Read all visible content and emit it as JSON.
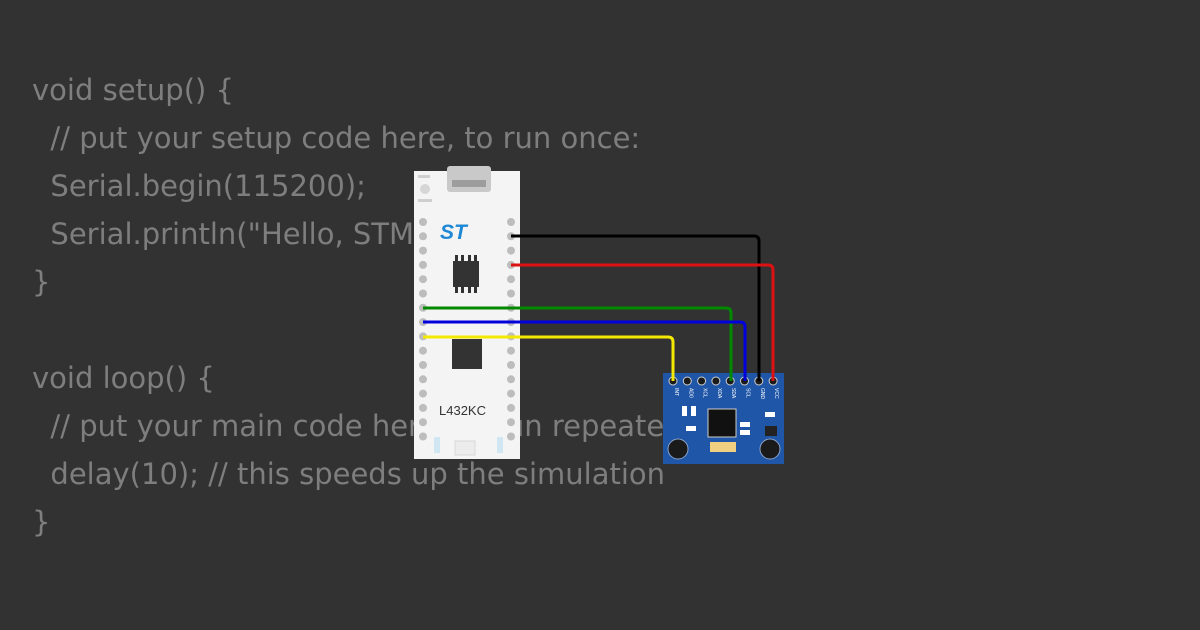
{
  "code": {
    "lines": [
      "void setup() {",
      "  // put your setup code here, to run once:",
      "  Serial.begin(115200);",
      "  Serial.println(\"Hello, STM32!\");",
      "}",
      "",
      "void loop() {",
      "  // put your main code here, to run repeatedly:",
      "  delay(10); // this speeds up the simulation",
      "}"
    ]
  },
  "board": {
    "label": "L432KC",
    "logo": "ST",
    "left_pins": 16,
    "right_pins": 16
  },
  "sensor": {
    "pin_labels": [
      "INT",
      "AD0",
      "XCL",
      "XDA",
      "SDA",
      "SCL",
      "GND",
      "VCC"
    ]
  },
  "wires": [
    {
      "name": "gnd",
      "color": "#000000"
    },
    {
      "name": "vcc",
      "color": "#dd1111"
    },
    {
      "name": "sda",
      "color": "#008800"
    },
    {
      "name": "scl",
      "color": "#0000dd"
    },
    {
      "name": "int",
      "color": "#f5e800"
    }
  ],
  "colors": {
    "background": "#323232",
    "code_text": "#7e7e7e",
    "board": "#f4f4f4",
    "sensor": "#1f56a8"
  }
}
